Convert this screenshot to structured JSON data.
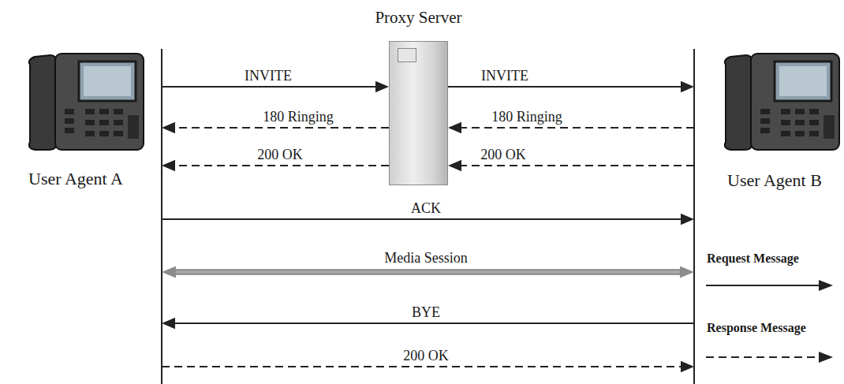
{
  "diagram": {
    "nodes": [
      {
        "text": [
          "User Agent A"
        ]
      },
      {
        "text": [
          "Proxy Server"
        ]
      },
      {
        "text": [
          "User Agent B"
        ]
      }
    ],
    "edges": [
      {
        "from": 0,
        "to": 1,
        "arrow": "to",
        "label": "INVITE"
      },
      {
        "from": 1,
        "to": 2,
        "arrow": "to",
        "label": "INVITE"
      },
      {
        "from": 2,
        "to": 1,
        "arrow": "to",
        "label": "180 Ringing"
      },
      {
        "from": 1,
        "to": 0,
        "arrow": "to",
        "label": "180 Ringing"
      },
      {
        "from": 2,
        "to": 1,
        "arrow": "to",
        "label": "200 OK"
      },
      {
        "from": 1,
        "to": 0,
        "arrow": "to",
        "label": "200 OK"
      },
      {
        "from": 0,
        "to": 2,
        "arrow": "to",
        "label": "ACK"
      },
      {
        "from": 0,
        "to": 2,
        "arrow": "both",
        "label": "Media Session"
      },
      {
        "from": 2,
        "to": 0,
        "arrow": "to",
        "label": "BYE"
      },
      {
        "from": 0,
        "to": 2,
        "arrow": "to",
        "label": "200 OK"
      }
    ],
    "legend": [
      {
        "text": "Request Message"
      },
      {
        "text": "Response Message"
      }
    ]
  }
}
